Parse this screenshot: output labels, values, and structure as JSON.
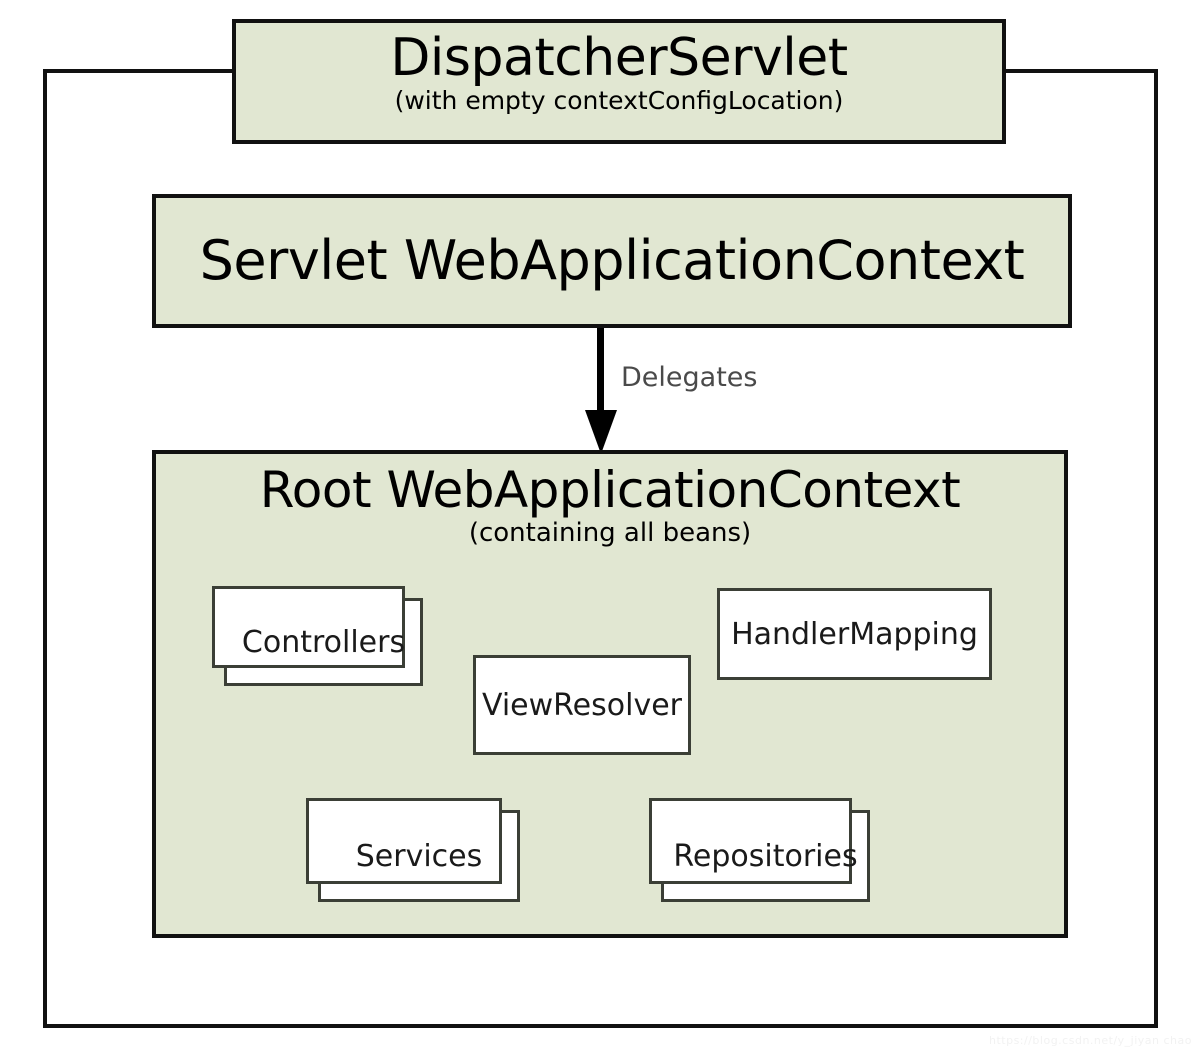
{
  "diagram": {
    "outer_frame": {
      "name": "web-application-frame"
    },
    "dispatcher_servlet": {
      "title": "DispatcherServlet",
      "subtitle": "(with empty contextConfigLocation)"
    },
    "servlet_context": {
      "title": "Servlet WebApplicationContext"
    },
    "delegation": {
      "label": "Delegates",
      "direction": "down"
    },
    "root_context": {
      "title": "Root WebApplicationContext",
      "subtitle": "(containing all beans)",
      "beans": [
        {
          "label": "Controllers",
          "stacked": true
        },
        {
          "label": "ViewResolver",
          "stacked": false
        },
        {
          "label": "HandlerMapping",
          "stacked": false
        },
        {
          "label": "Services",
          "stacked": true
        },
        {
          "label": "Repositories",
          "stacked": true
        }
      ]
    },
    "watermark": "https://blog.csdn.net/y_jiyan chao",
    "colors": {
      "context_fill": "#e1e7d2",
      "context_border": "#111111",
      "bean_fill": "#ffffff",
      "bean_border": "#3b3f36",
      "arrow": "#000000",
      "label_text": "#4a4a4a",
      "page_background": "#ffffff"
    }
  }
}
